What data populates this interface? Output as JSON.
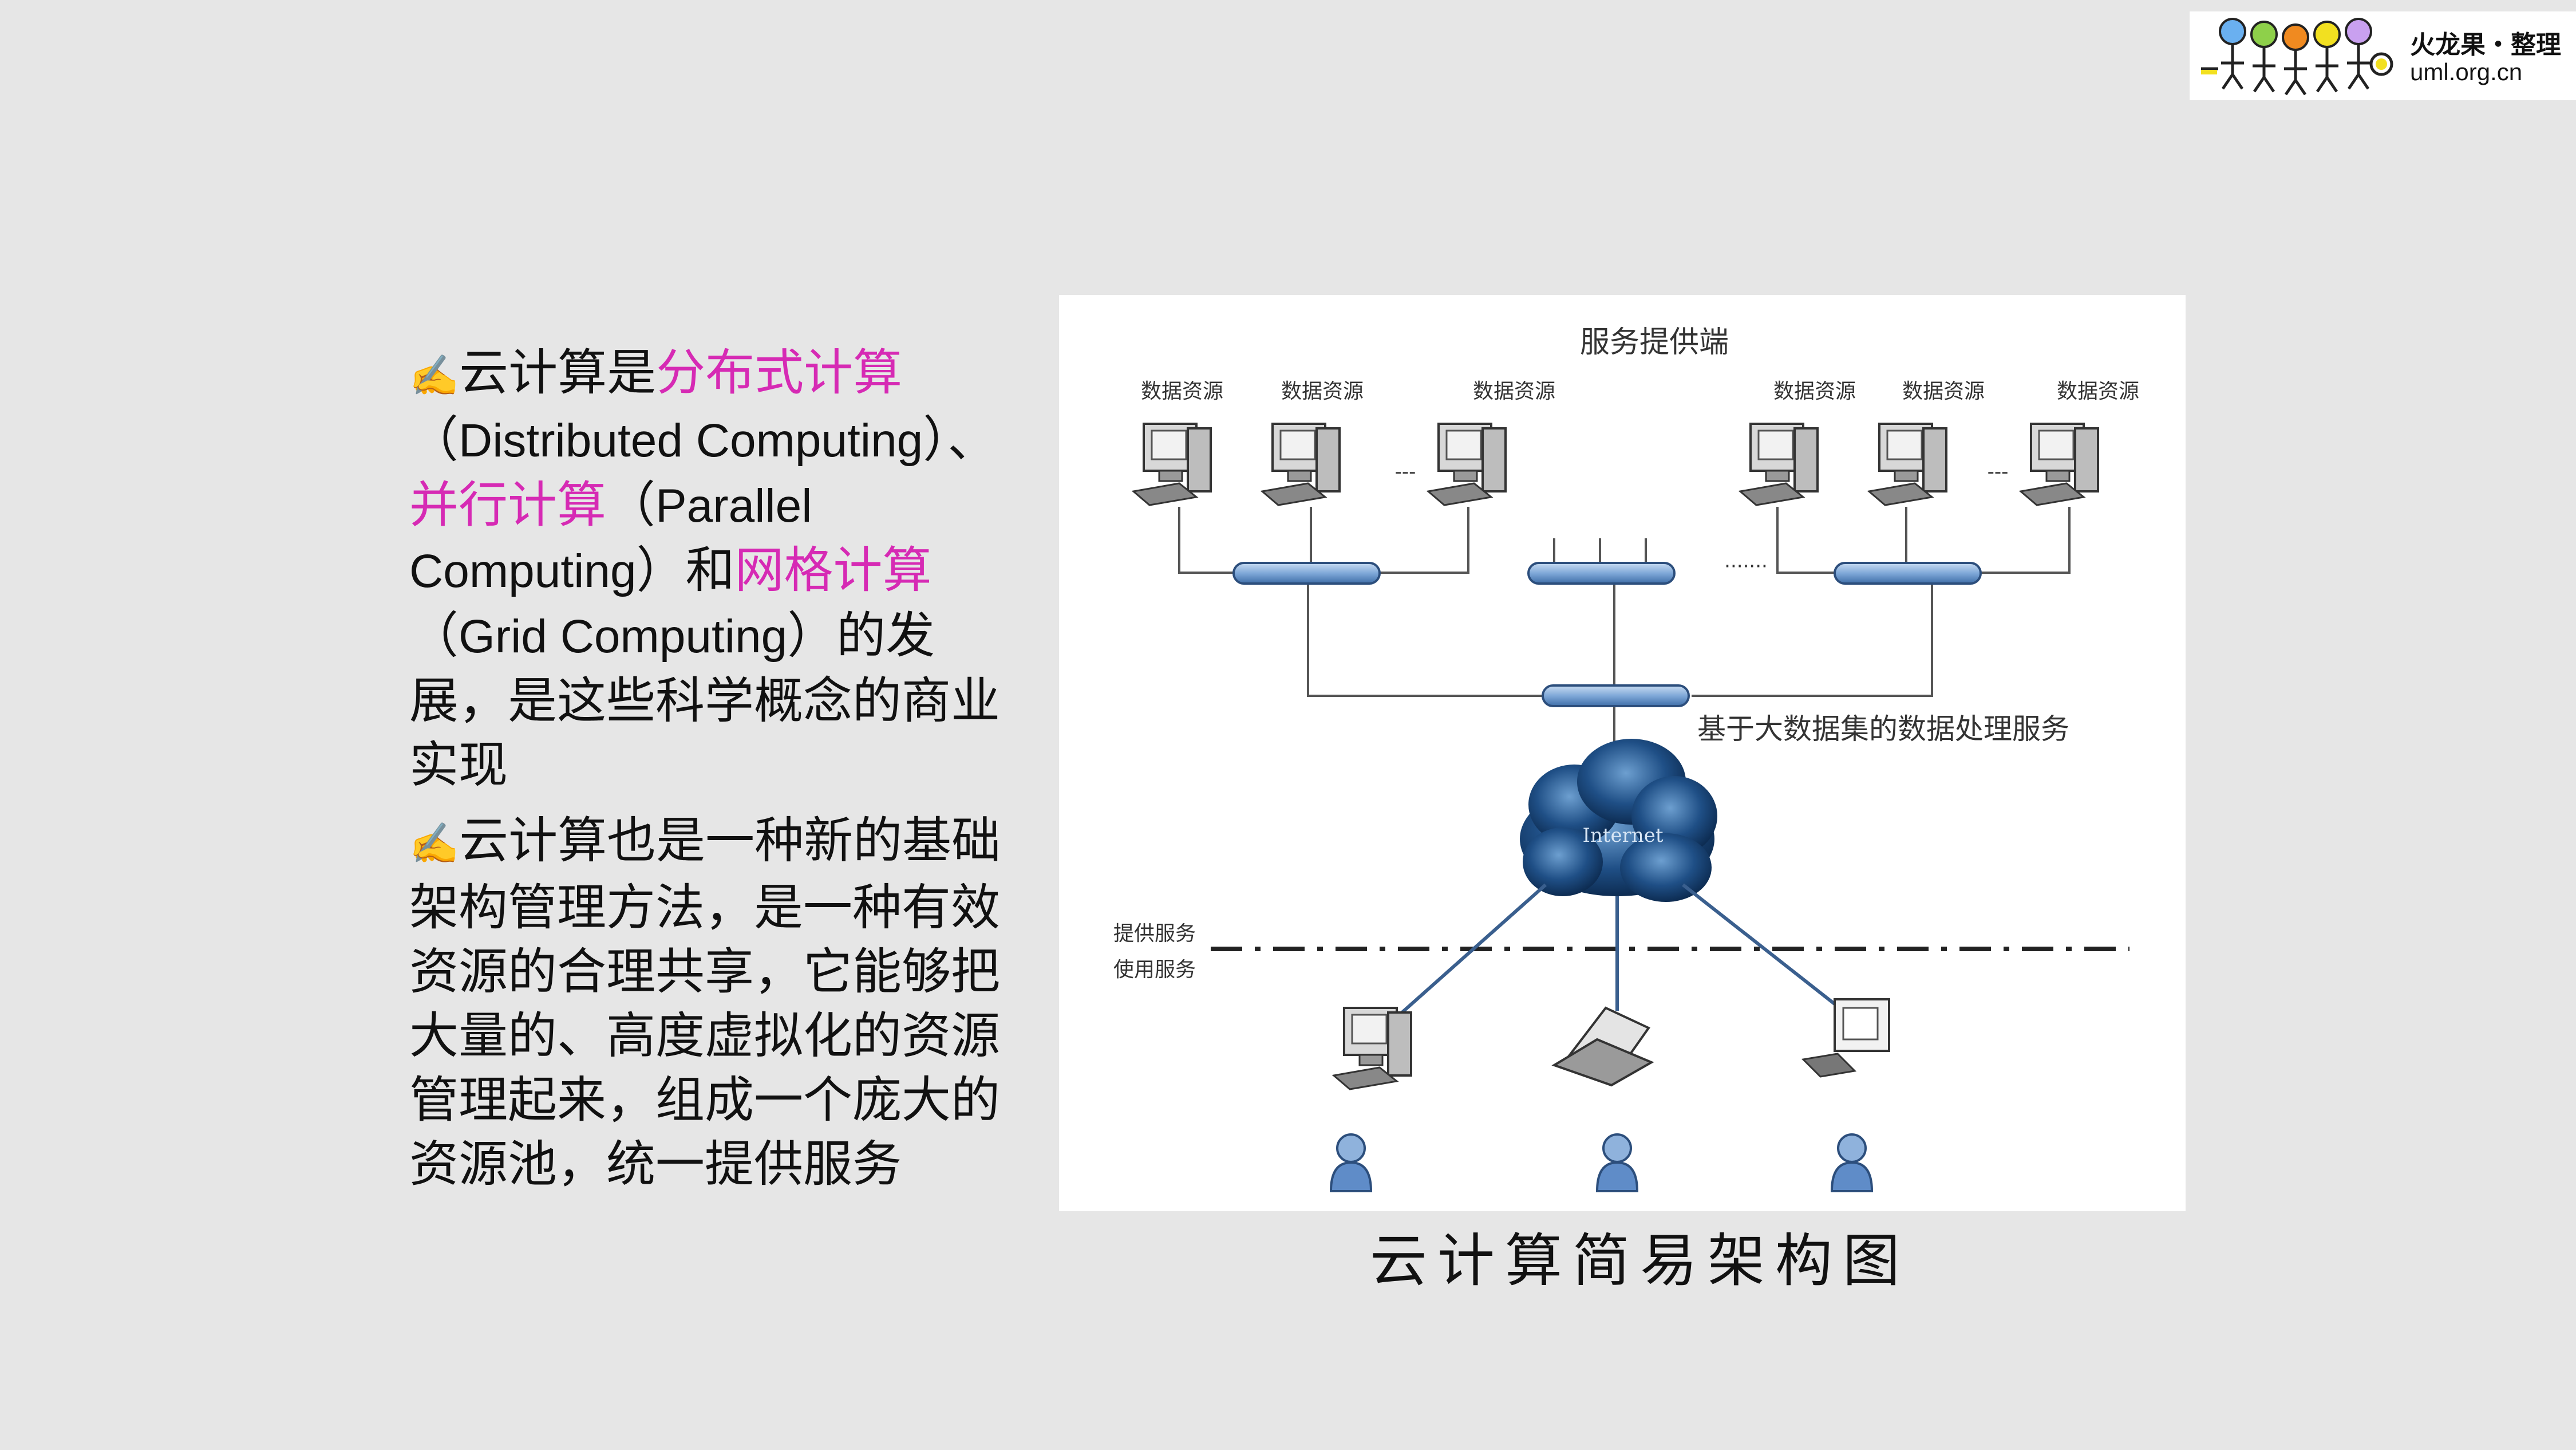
{
  "logo": {
    "name": "火龙果・整理",
    "domain": "uml.org.cn"
  },
  "text": {
    "p1": {
      "a": "云计算是",
      "hl1": "分布式计算",
      "b": "（",
      "en1": "Distributed Computing",
      "c": "）、",
      "hl2": "并行计算",
      "d": "（",
      "en2": "Parallel Computing",
      "e": "）和",
      "hl3": "网格计算",
      "f": "（",
      "en3": "Grid Computing",
      "g": "）的发展，是这些科学概念的商业实现"
    },
    "p2": "云计算也是一种新的基础架构管理方法，是一种有效资源的合理共享，它能够把大量的、高度虚拟化的资源管理起来，组成一个庞大的资源池，统一提供服务"
  },
  "diagram": {
    "provider_title": "服务提供端",
    "resource_label": "数据资源",
    "ellipsis_small": "---",
    "ellipsis_mid": "·······",
    "bigdata_label": "基于大数据集的数据处理服务",
    "cloud_label": "Internet",
    "provide_service": "提供服务",
    "use_service": "使用服务"
  },
  "caption": "云计算简易架构图",
  "colors": {
    "highlight": "#d62ab4",
    "bullet": "#e0803c",
    "hub": "#7fa8d8",
    "cloud": "#1f4f86"
  }
}
